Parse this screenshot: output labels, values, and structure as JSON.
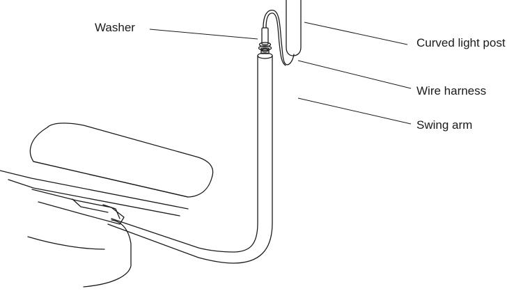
{
  "labels": {
    "washer": "Washer",
    "curved_light_post": "Curved light post",
    "wire_harness": "Wire harness",
    "swing_arm": "Swing arm"
  },
  "colors": {
    "line": "#1a1a1a",
    "background": "#ffffff"
  }
}
